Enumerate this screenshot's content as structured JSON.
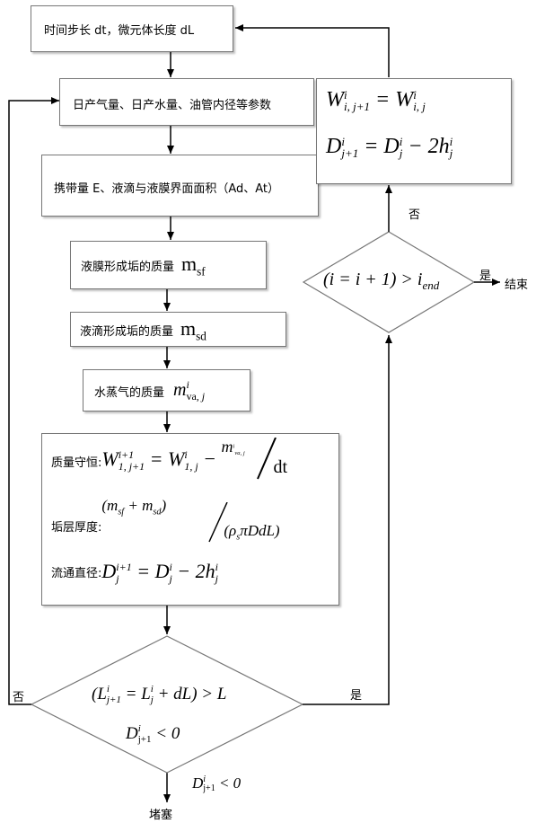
{
  "boxes": {
    "time_step": "时间步长 dt，微元体长度 dL",
    "params": "日产气量、日产水量、油管内径等参数",
    "entrain": "携带量 E、液滴与液膜界面面积（Ad、At）",
    "film_scale": "液膜形成垢的质量",
    "film_scale_sym": "m",
    "film_scale_sub": "sf",
    "drop_scale": "液滴形成垢的质量",
    "drop_scale_sym": "m",
    "drop_scale_sub": "sd",
    "vapor": "水蒸气的质量",
    "big": {
      "mass_label": "质量守恒:",
      "thick_label": "垢层厚度:",
      "diam_label": "流通直径:"
    }
  },
  "decisions": {
    "lower_cond1": "(L^i_{j+1} = L^i_j + dL) > L",
    "lower_cond2": "D^i_{j+1} < 0",
    "upper_cond": "(i = i + 1) > i_end"
  },
  "labels": {
    "no_left": "否",
    "yes_right": "是",
    "yes_end": "是",
    "end": "结束",
    "no_up": "否",
    "plug_cond": "D^i_{j+1} < 0",
    "plug": "堵塞"
  },
  "update_box": {
    "line1": "W^i_{i,j+1} = W^i_{i,j}",
    "line2": "D^i_{j+1} = D^i_j − 2h^i_j"
  }
}
